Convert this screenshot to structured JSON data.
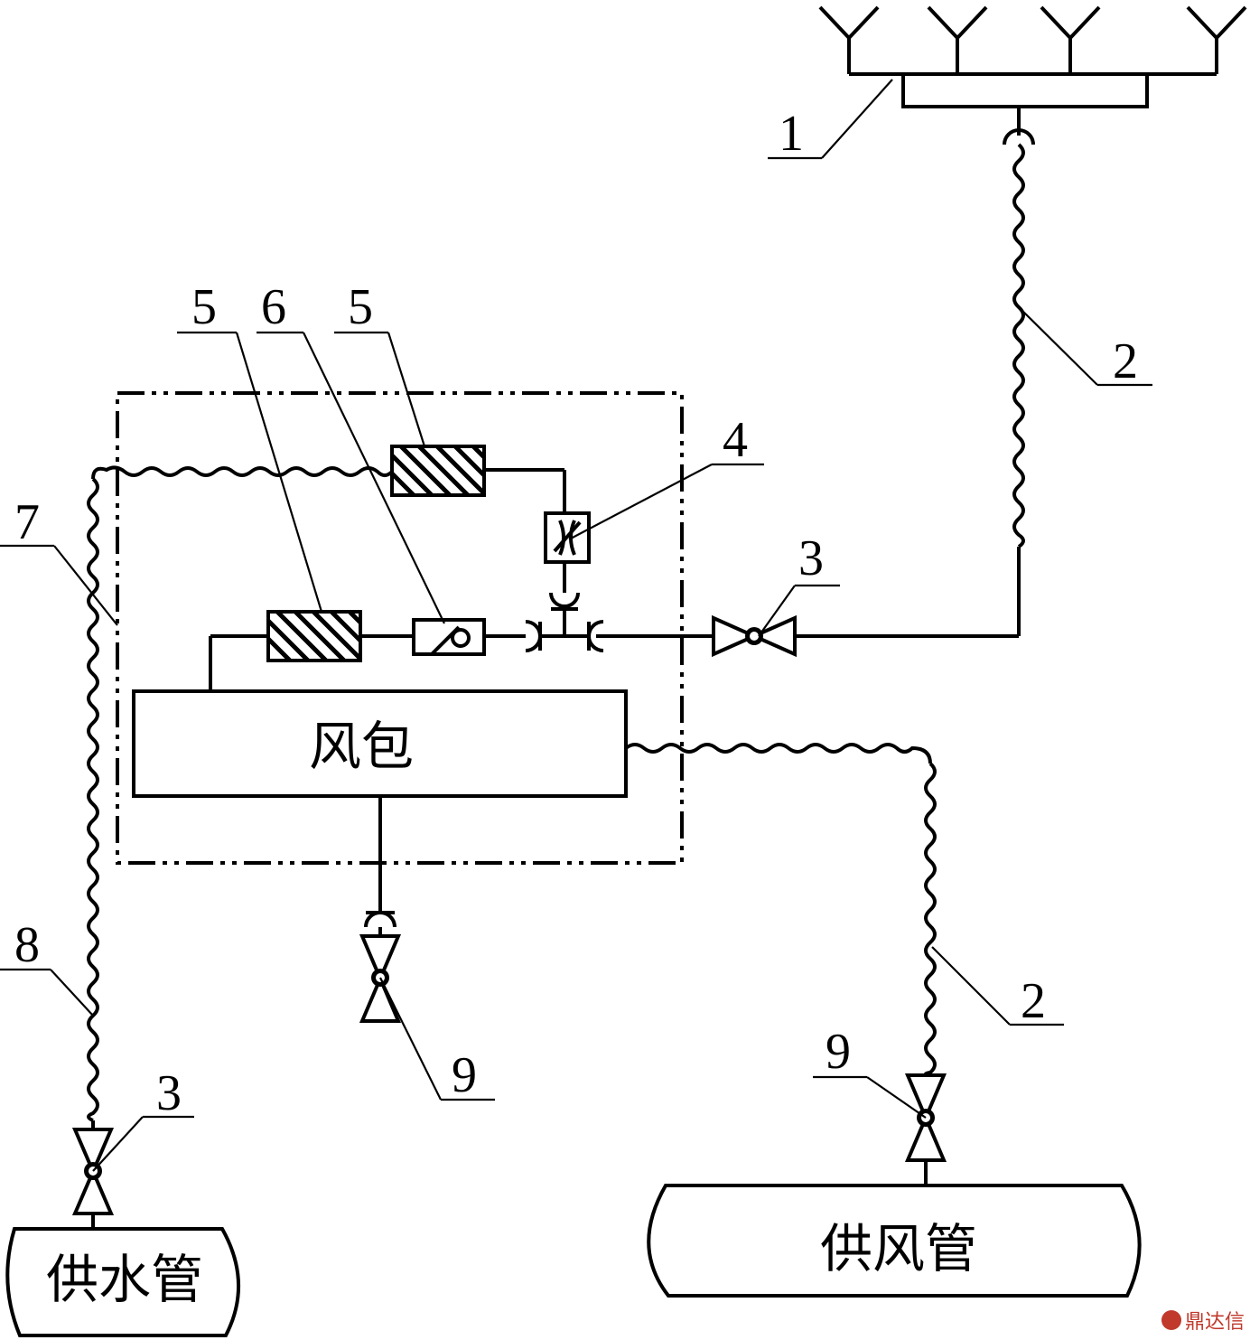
{
  "labels": {
    "air_bag": "风包",
    "water_pipe": "供水管",
    "air_pipe": "供风管"
  },
  "callouts": [
    "1",
    "2",
    "2",
    "3",
    "3",
    "4",
    "5",
    "5",
    "6",
    "7",
    "8",
    "9",
    "9"
  ],
  "watermark": "鼎达信"
}
